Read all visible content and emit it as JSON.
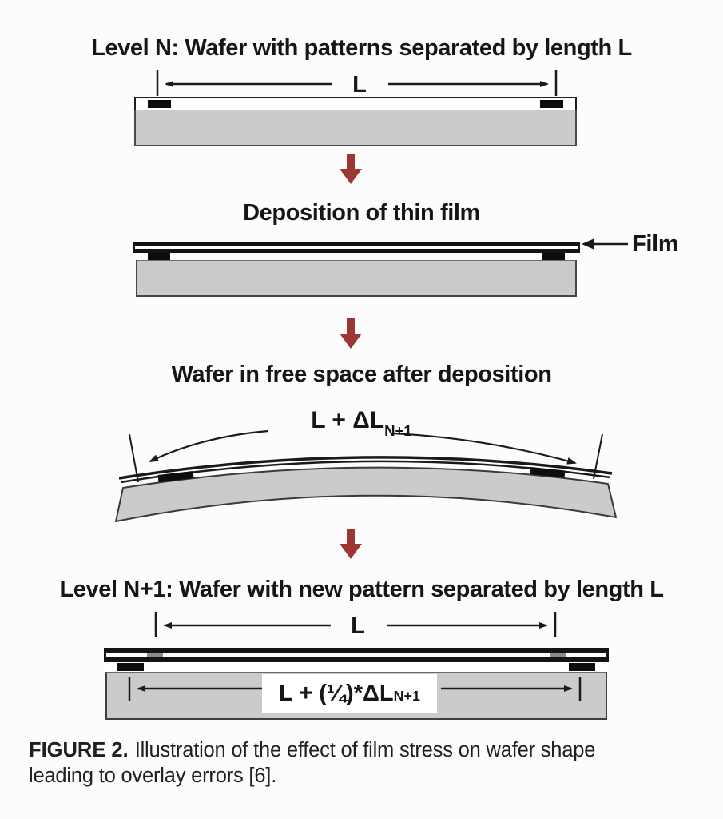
{
  "sections": [
    {
      "id": "level-n",
      "title": "Level N: Wafer with patterns separated by length L",
      "dim_label": "L"
    },
    {
      "id": "deposition",
      "title": "Deposition of thin film",
      "film_label": "Film"
    },
    {
      "id": "free-space",
      "title": "Wafer in free space after deposition",
      "bow_label_main": "L + ΔL",
      "bow_label_sub": "N+1"
    },
    {
      "id": "level-n-plus-1",
      "title": "Level N+1: Wafer with new pattern separated by length L",
      "dim_label": "L",
      "body_label_main": "L + (¼)*ΔL",
      "body_label_sub": "N+1"
    }
  ],
  "caption": {
    "label": "FIGURE 2.",
    "text": "Illustration of the effect of film stress on wafer shape leading to overlay errors [6]."
  },
  "icons": {
    "process_step_arrow": "red-block-down-arrow",
    "film_pointer": "left-arrow",
    "dimension_arrow": "double-headed-arrow-with-end-ticks"
  },
  "colors": {
    "accent_red": "#9c3733",
    "wafer_gray": "#cacccb",
    "ink": "#1c1c1c",
    "background": "#fcfcfc"
  }
}
